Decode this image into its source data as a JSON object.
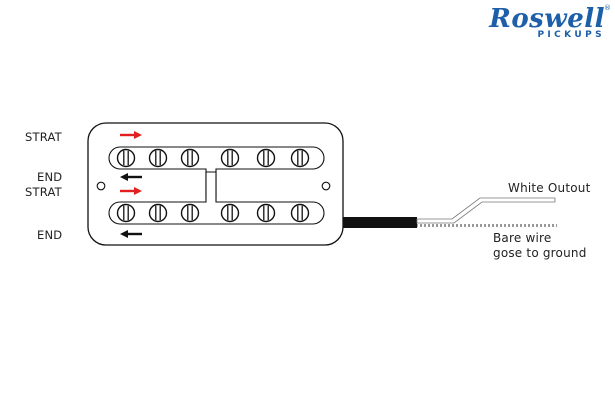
{
  "brand": {
    "name": "Roswell",
    "subtitle": "PICKUPS",
    "registered": "®",
    "color": "#1d5fa8"
  },
  "side_labels": [
    {
      "text": "STRAT"
    },
    {
      "text": "END"
    },
    {
      "text": "STRAT"
    },
    {
      "text": "END"
    }
  ],
  "wire_labels": {
    "white": "White Outout",
    "bare_line1": "Bare wire",
    "bare_line2": "gose to ground"
  },
  "colors": {
    "arrow_red": "#e02020",
    "arrow_black": "#111111",
    "outline": "#111111"
  },
  "arrows": [
    {
      "coil": "top",
      "direction": "right",
      "color": "red"
    },
    {
      "coil": "top",
      "direction": "left",
      "color": "black"
    },
    {
      "coil": "bottom",
      "direction": "right",
      "color": "red"
    },
    {
      "coil": "bottom",
      "direction": "left",
      "color": "black"
    }
  ],
  "pole_screws_per_coil": 6
}
